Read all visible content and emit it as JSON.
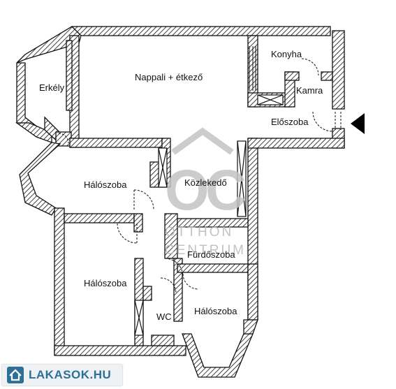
{
  "rooms": {
    "erkely": "Erkély",
    "nappali": "Nappali + étkező",
    "konyha": "Konyha",
    "kamra": "Kamra",
    "eloszoba": "Előszoba",
    "haloszoba_1": "Hálószoba",
    "kozlekedo": "Közlekedő",
    "furdoszoba": "Fürdőszoba",
    "haloszoba_2": "Hálószoba",
    "haloszoba_3": "Hálószoba",
    "wc": "WC"
  },
  "watermark": {
    "monogram": "OC",
    "line1": "OTTHON",
    "line2": "CENTRUM"
  },
  "badge": {
    "text": "LAKASOK.HU",
    "icon": "house-icon"
  },
  "colors": {
    "wall_fill": "#ffffff",
    "wall_stroke": "#111111",
    "watermark": "#c4c4c4",
    "badge_text": "#2d6f96"
  }
}
